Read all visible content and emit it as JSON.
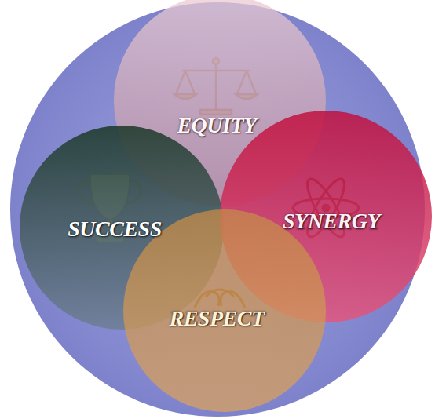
{
  "diagram": {
    "nodes": [
      {
        "text": [
          "EQUITY"
        ]
      },
      {
        "text": [
          "SUCCESS"
        ]
      },
      {
        "text": [
          "SYNERGY"
        ]
      },
      {
        "text": [
          "RESPECT"
        ]
      }
    ]
  }
}
